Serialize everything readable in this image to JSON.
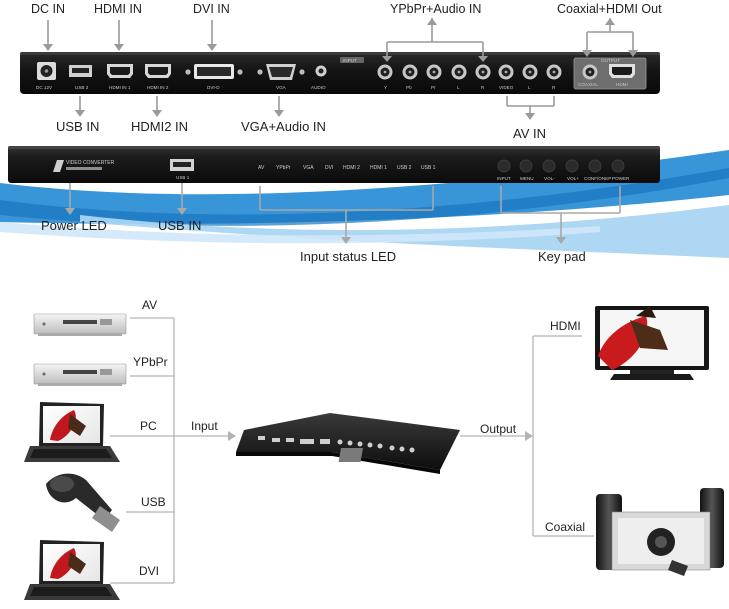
{
  "rear_panel": {
    "callouts_top": [
      "DC  IN",
      "HDMI  IN",
      "DVI IN",
      "YPbPr+Audio IN",
      "Coaxial+HDMI Out"
    ],
    "callouts_bottom": [
      "USB  IN",
      "HDMI2 IN",
      "VGA+Audio IN",
      "AV IN"
    ],
    "engraved_labels": [
      "DC 12V",
      "USB 2",
      "HDMI IN 1",
      "HDMI IN 2",
      "DVI-D",
      "VGA",
      "AUDIO",
      "INPUT",
      "Y",
      "Pb",
      "Pr",
      "L",
      "R",
      "VIDEO",
      "L",
      "R",
      "OUTPUT",
      "COAXIAL",
      "HDMI"
    ]
  },
  "front_panel": {
    "brand_text": "VIDEO CONVERTER",
    "usb_port_label": "USB 1",
    "led_labels": [
      "AV",
      "YPbPr",
      "VGA",
      "DVI",
      "HDMI 2",
      "HDMI 1",
      "USB 2",
      "USB 1"
    ],
    "key_labels": [
      "INPUT",
      "MENU",
      "VOL-",
      "VOL+",
      "CONF/ONEP",
      "POWER"
    ],
    "callouts": [
      "Power LED",
      "USB IN",
      "Input status LED",
      "Key pad"
    ]
  },
  "connection": {
    "sources": [
      "AV",
      "YPbPr",
      "PC",
      "USB",
      "DVI"
    ],
    "input_label": "Input",
    "output_label": "Output",
    "outputs": [
      "HDMI",
      "Coaxial"
    ]
  },
  "colors": {
    "panel": "#161616",
    "callout_line": "#9a9a9a",
    "wave_blue": "#2c8fd6",
    "wave_light": "#a9d5f2"
  },
  "icons": [
    "dvd-player-icon",
    "laptop-icon",
    "usb-adapter-icon",
    "monitor-icon",
    "speaker-system-icon"
  ]
}
